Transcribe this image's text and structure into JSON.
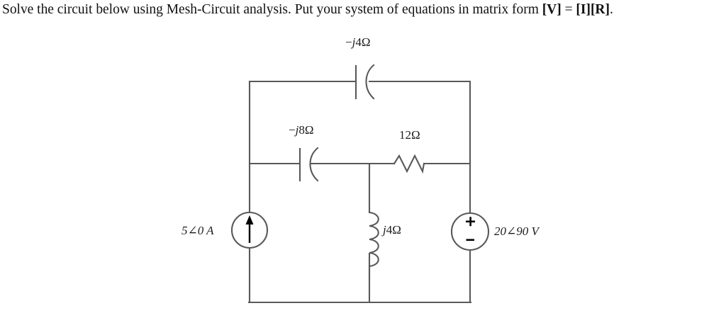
{
  "prompt": {
    "segment_1": "Solve the circuit below using Mesh-Circuit analysis. Put your system of equations in matrix form ",
    "matrix_v": "[V]",
    "equals": " = ",
    "matrix_i": "[I]",
    "matrix_r": "[R]",
    "period": "."
  },
  "circuit": {
    "title": "AC mesh circuit with two sources and four passive elements",
    "components": [
      {
        "id": "cap-top",
        "name": "capacitor-top",
        "type": "capacitor",
        "label": "−j4Ω",
        "branch": "top-rail",
        "orientation": "horizontal"
      },
      {
        "id": "cap-mid",
        "name": "capacitor-middle",
        "type": "capacitor",
        "label": "−j8Ω",
        "branch": "middle-rail-left",
        "orientation": "horizontal"
      },
      {
        "id": "res-12",
        "name": "resistor-12-ohm",
        "type": "resistor",
        "label": "12Ω",
        "branch": "middle-rail-right",
        "orientation": "horizontal"
      },
      {
        "id": "ind-mid",
        "name": "inductor-center",
        "type": "inductor",
        "label": "j4Ω",
        "branch": "center-vertical",
        "orientation": "vertical"
      },
      {
        "id": "src-current",
        "name": "current-source",
        "type": "current-source",
        "label": "5∠0 A",
        "branch": "left-rail",
        "orientation": "vertical",
        "arrow_direction": "up"
      },
      {
        "id": "src-voltage",
        "name": "voltage-source",
        "type": "voltage-source",
        "label": "20∠90 V",
        "branch": "right-rail",
        "orientation": "vertical",
        "terminal_top": "+",
        "terminal_bottom": "-"
      }
    ],
    "wire_color": "#595959",
    "text_color": "#1c1c1c"
  }
}
